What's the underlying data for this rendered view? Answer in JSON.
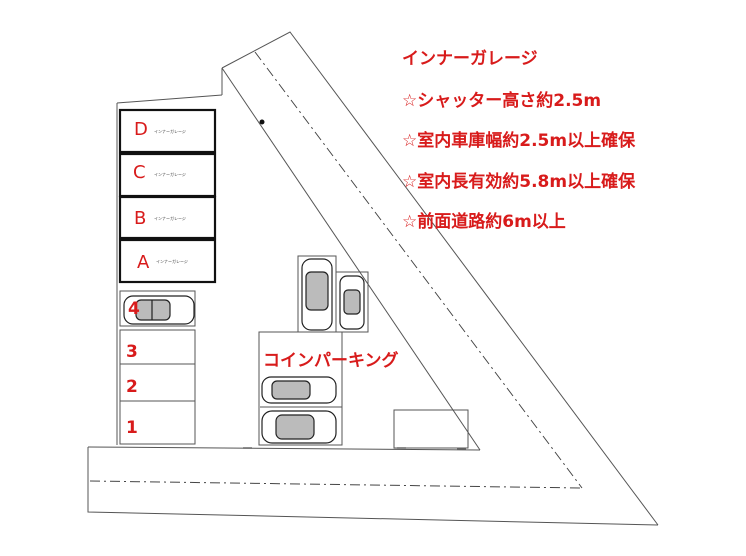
{
  "notes": {
    "title": "インナーガレージ",
    "lines": [
      "☆シャッター高さ約2.5m",
      "☆室内車庫幅約2.5m以上確保",
      "☆室内長有効約5.8m以上確保",
      "☆前面道路約6m以上"
    ]
  },
  "coin_parking_label": "コインパーキング",
  "garage_slots": [
    {
      "letter": "D",
      "tag": "インナーガレージ"
    },
    {
      "letter": "C",
      "tag": "インナーガレージ"
    },
    {
      "letter": "B",
      "tag": "インナーガレージ"
    },
    {
      "letter": "A",
      "tag": "インナーガレージ"
    }
  ],
  "parking_slots": [
    "4",
    "3",
    "2",
    "1"
  ],
  "colors": {
    "accent": "#d81b1b",
    "line": "#555555",
    "wall": "#111111"
  }
}
